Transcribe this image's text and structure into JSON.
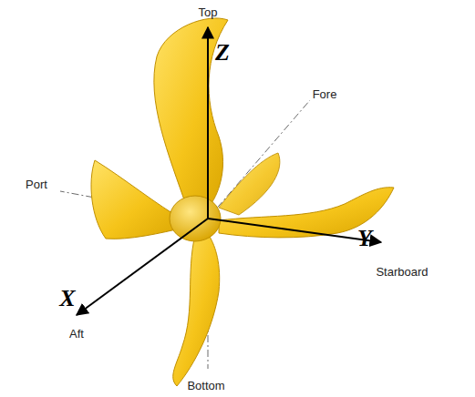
{
  "diagram": {
    "labels": [
      "Top",
      "Z",
      "Fore",
      "Port",
      "Y",
      "Starboard",
      "X",
      "Aft",
      "Bottom"
    ]
  }
}
